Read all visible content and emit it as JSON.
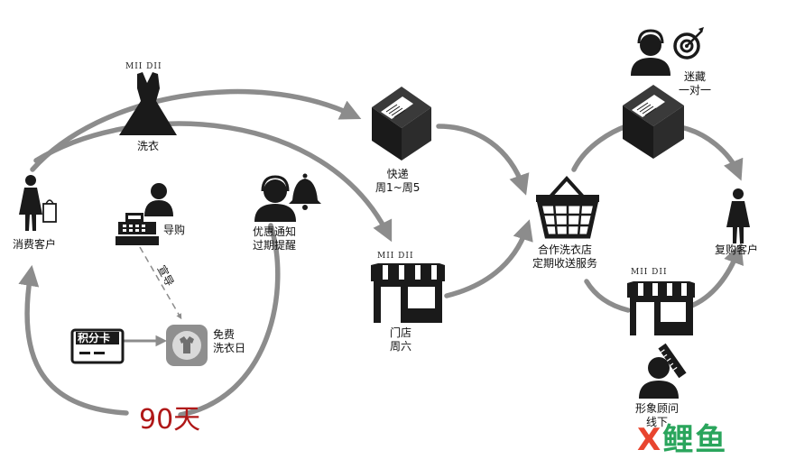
{
  "brand": "MII DII",
  "labels": {
    "consumer": "消费客户",
    "wash": "洗衣",
    "guide": "导购",
    "recommend": "宣导",
    "notify_1": "优惠通知",
    "notify_2": "过期提醒",
    "points_card": "积分卡",
    "free_1": "免费",
    "free_2": "洗衣日",
    "days": "90天",
    "express_1": "快递",
    "express_2": "周1~周5",
    "store_1": "门店",
    "store_2": "周六",
    "partner_1": "合作洗衣店",
    "partner_2": "定期收送服务",
    "collect_1": "迷藏",
    "collect_2": "一对一",
    "consultant_1": "形象顾问",
    "consultant_2": "线下",
    "repeat": "复购客户"
  },
  "watermark": {
    "part1": "X",
    "part2": "鲤鱼",
    "color1": "#e8452f",
    "color2": "#2aa55c"
  },
  "colors": {
    "arrow": "#8c8c8c",
    "icon": "#1a1a1a"
  }
}
